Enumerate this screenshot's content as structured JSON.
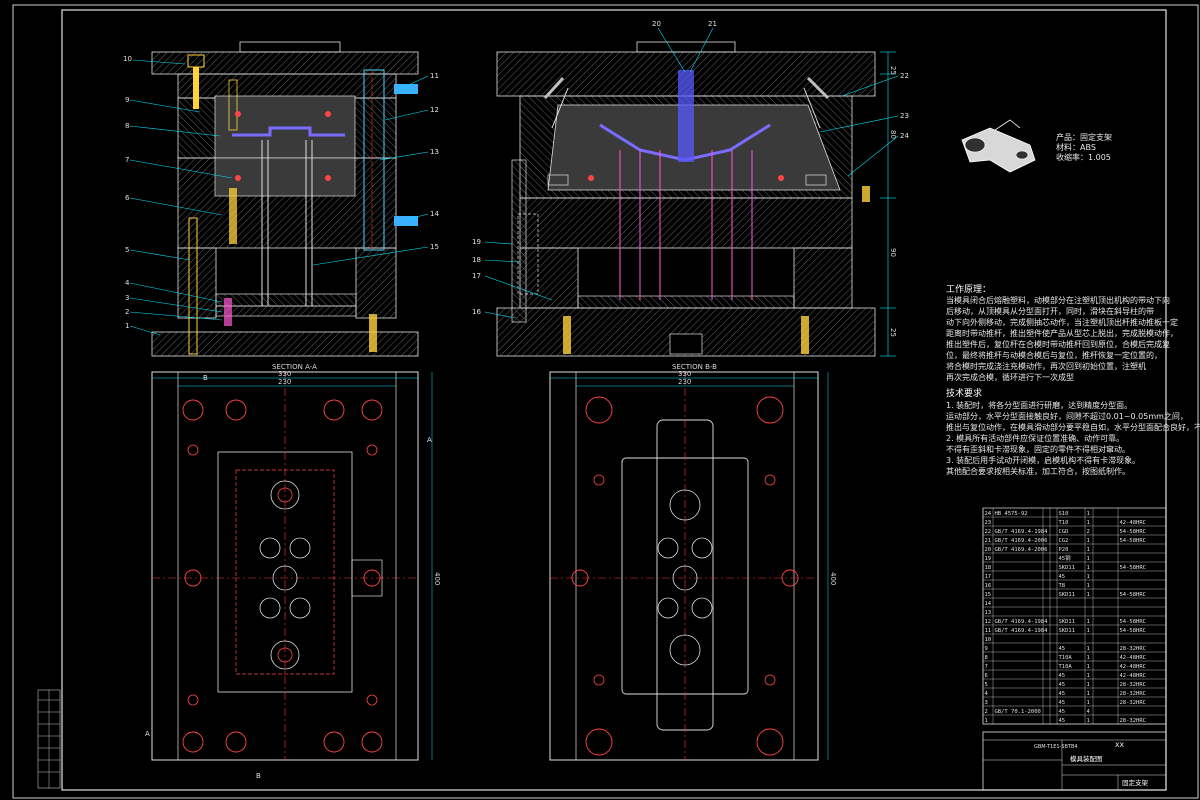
{
  "drawing": {
    "section_a_label": "SECTION A-A",
    "section_b_label": "SECTION B-B",
    "dims": {
      "left_plan_width_outer": "330",
      "left_plan_width_inner": "230",
      "left_plan_height": "400",
      "right_plan_width_outer": "330",
      "right_plan_width_inner": "230",
      "right_plan_height": "400",
      "side_25_top": "25",
      "side_80": "80",
      "side_90": "90",
      "side_25_bottom": "25"
    },
    "cut_markers": {
      "b_top": "B",
      "a_right": "A",
      "a_left_bottom": "A",
      "b_bottom": "B"
    },
    "callouts_left": [
      "10",
      "9",
      "8",
      "7",
      "6",
      "5",
      "4",
      "3",
      "2",
      "1"
    ],
    "callouts_mid": [
      "11",
      "12",
      "13",
      "14",
      "15"
    ],
    "callouts_right_left": [
      "19",
      "18",
      "17",
      "16"
    ],
    "callouts_right_top": [
      "20",
      "21"
    ],
    "callouts_right_side": [
      "22",
      "23",
      "24"
    ],
    "product_info": {
      "product": "产品：固定支架",
      "material": "材料：ABS",
      "shrinkage": "收缩率：1.005"
    },
    "working_process": {
      "heading": "工作原理：",
      "lines": [
        "当模具闭合后熔融塑料，动模部分在注塑机顶出机构的带动下向",
        "后移动，从顶模具从分型面打开，同时，滑块在斜导柱的带",
        "动下向外侧移动，完成侧抽芯动作，当注塑机顶出杆推动推板一定",
        "距离时带动推杆，推出塑件使产品从型芯上脱出，完成脱模动作，",
        "推出塑件后，复位杆在合模时带动推杆回到原位，合模后完成复",
        "位，最终将推杆与动模合模后与复位，推杆恢复一定位置的，",
        "将合模时完成浇注充模动作，再次回到初始位置，注塑机",
        "再次完成合模，循环进行下一次成型"
      ]
    },
    "tech_requirements": {
      "heading": "技术要求",
      "lines": [
        "1. 装配时，将各分型面进行研磨，达到精度分型面。",
        "运动部分，水平分型面接触良好，间隙不超过0.01~0.05mm之间，",
        "推出与复位动作，在模具滑动部分要平稳自如，水平分型面配合良好，不可以漏料。",
        "2. 模具所有活动部件应保证位置准确、动作可靠。",
        "不得有歪斜和卡滞现象，固定的零件不得相对窜动。",
        "3. 装配后用手试动开闭模，启模机构不得有卡滞现象。",
        "其他配合要求按相关标准，加工符合，按图纸制作。"
      ]
    },
    "bom_rows": [
      [
        "24",
        "HB 4575-92",
        "",
        "",
        "S10",
        "1",
        "",
        ""
      ],
      [
        "23",
        "",
        "",
        "",
        "T10",
        "1",
        "",
        "42-48HRC"
      ],
      [
        "22",
        "GB/T 4169.4-1984",
        "",
        "",
        "CGD",
        "2",
        "",
        "54-58HRC"
      ],
      [
        "21",
        "GB/T 4169.4-2006",
        "",
        "",
        "CG2",
        "1",
        "",
        "54-58HRC"
      ],
      [
        "20",
        "GB/T 4169.4-2006",
        "",
        "",
        "P20",
        "1",
        "",
        ""
      ],
      [
        "19",
        "",
        "",
        "",
        "45钢",
        "1",
        "",
        ""
      ],
      [
        "18",
        "",
        "",
        "",
        "SKD11",
        "1",
        "",
        "54-58HRC"
      ],
      [
        "17",
        "",
        "",
        "",
        "45",
        "1",
        "",
        ""
      ],
      [
        "16",
        "",
        "",
        "",
        "T8",
        "1",
        "",
        ""
      ],
      [
        "15",
        "",
        "",
        "",
        "SKD11",
        "1",
        "",
        "54-58HRC"
      ],
      [
        "14",
        "",
        "",
        "",
        "",
        "",
        "",
        ""
      ],
      [
        "13",
        "",
        "",
        "",
        "",
        "",
        "",
        ""
      ],
      [
        "12",
        "GB/T 4169.4-1984",
        "",
        "",
        "SKD11",
        "1",
        "",
        "54-58HRC"
      ],
      [
        "11",
        "GB/T 4169.4-1984",
        "",
        "",
        "SKD11",
        "1",
        "",
        "54-58HRC"
      ],
      [
        "10",
        "",
        "",
        "",
        "",
        "",
        "",
        ""
      ],
      [
        "9",
        "",
        "",
        "",
        "45",
        "1",
        "",
        "28-32HRC"
      ],
      [
        "8",
        "",
        "",
        "",
        "T10A",
        "1",
        "",
        "42-48HRC"
      ],
      [
        "7",
        "",
        "",
        "",
        "T10A",
        "1",
        "",
        "42-48HRC"
      ],
      [
        "6",
        "",
        "",
        "",
        "45",
        "1",
        "",
        "42-48HRC"
      ],
      [
        "5",
        "",
        "",
        "",
        "45",
        "1",
        "",
        "28-32HRC"
      ],
      [
        "4",
        "",
        "",
        "",
        "45",
        "1",
        "",
        "28-32HRC"
      ],
      [
        "3",
        "",
        "",
        "",
        "45",
        "1",
        "",
        "28-32HRC"
      ],
      [
        "2",
        "GB/T 70.1-2000",
        "",
        "",
        "45",
        "4",
        "",
        ""
      ],
      [
        "1",
        "",
        "",
        "",
        "45",
        "1",
        "",
        "28-32HRC"
      ]
    ],
    "title_block": {
      "drawing_no": "GBM-T1E1-SBTB4",
      "school": "XX",
      "drawing_title": "模具装配图",
      "part_name": "固定支架"
    },
    "left_strip": [
      "",
      "",
      "",
      "",
      "",
      "",
      "",
      "",
      ""
    ]
  }
}
